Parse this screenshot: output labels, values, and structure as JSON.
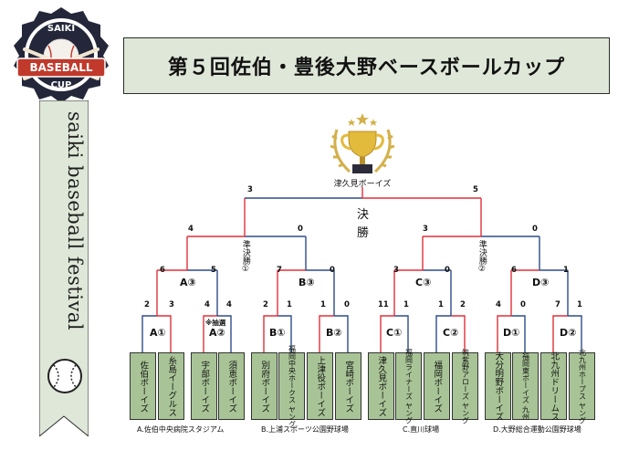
{
  "logo": {
    "top_text": "SAIKI",
    "main_text": "BASEBALL",
    "bottom_text": "CUP"
  },
  "title": "第５回佐伯・豊後大野ベースボールカップ",
  "ribbon_text": "saiki baseball festival",
  "champion": "津久見ボーイズ",
  "final": {
    "label_line1": "決",
    "label_line2": "勝",
    "score_left": "3",
    "score_right": "5"
  },
  "semis": {
    "left": {
      "label": "準決勝①",
      "score_left": "4",
      "score_right": "0"
    },
    "right": {
      "label": "準決勝②",
      "score_left": "3",
      "score_right": "0"
    }
  },
  "quarters": {
    "A3": {
      "label": "A③",
      "score_left": "6",
      "score_right": "5"
    },
    "B3": {
      "label": "B③",
      "score_left": "7",
      "score_right": "0"
    },
    "C3": {
      "label": "C③",
      "score_left": "3",
      "score_right": "0"
    },
    "D3": {
      "label": "D③",
      "score_left": "6",
      "score_right": "1"
    }
  },
  "first_round": {
    "A1": {
      "label": "A①",
      "score_left": "2",
      "score_right": "3"
    },
    "A2": {
      "label": "A②",
      "score_left": "4",
      "score_right": "4",
      "note": "※抽選"
    },
    "B1": {
      "label": "B①",
      "score_left": "2",
      "score_right": "1"
    },
    "B2": {
      "label": "B②",
      "score_left": "1",
      "score_right": "0"
    },
    "C1": {
      "label": "C①",
      "score_left": "11",
      "score_right": "1"
    },
    "C2": {
      "label": "C②",
      "score_left": "1",
      "score_right": "2"
    },
    "D1": {
      "label": "D①",
      "score_left": "4",
      "score_right": "0"
    },
    "D2": {
      "label": "D②",
      "score_left": "7",
      "score_right": "1"
    }
  },
  "teams": [
    "佐伯ボーイズ",
    "糸島イーグルス",
    "宇部ボーイズ",
    "須恵ボーイズ",
    "別府ボーイズ",
    "福岡中央ホークス ヤング",
    "上津役ボーイズ",
    "宮崎ボーイズ",
    "津久見ボーイズ",
    "福岡ライナーズ ヤング",
    "福岡ボーイズ",
    "筑紫野アローズ ヤング",
    "大分明野ボーイズ",
    "福岡東ボーイズ 九州",
    "北九州ドリームス",
    "北九州ホープス ヤング"
  ],
  "venues": [
    "A.佐伯中央病院スタジアム",
    "B.上浦スポーツ公園野球場",
    "C.直川球場",
    "D.大野総合運動公園野球場"
  ],
  "colors": {
    "winner_line": "#e0303a",
    "loser_line": "#2e4d8a",
    "team_fill": "#a8c496",
    "title_fill": "#dfe7d8"
  }
}
